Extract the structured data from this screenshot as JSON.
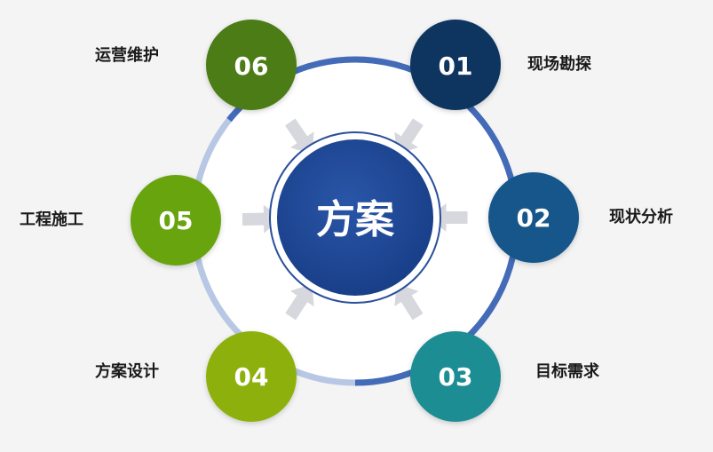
{
  "center": {
    "label": "方案",
    "color": "#1f4691"
  },
  "steps": [
    {
      "number": "01",
      "label": "现场勘探",
      "color": "#0b3660"
    },
    {
      "number": "02",
      "label": "现状分析",
      "color": "#13568a"
    },
    {
      "number": "03",
      "label": "目标需求",
      "color": "#1d8d93"
    },
    {
      "number": "04",
      "label": "方案设计",
      "color": "#8db00a"
    },
    {
      "number": "05",
      "label": "工程施工",
      "color": "#67a40d"
    },
    {
      "number": "06",
      "label": "运营维护",
      "color": "#4b7c12"
    }
  ],
  "colors": {
    "background": "#f4f4f4",
    "ring_dark": "#2f5bb0",
    "ring_light": "#b7c7e4",
    "arrow": "#d6d8dd"
  }
}
